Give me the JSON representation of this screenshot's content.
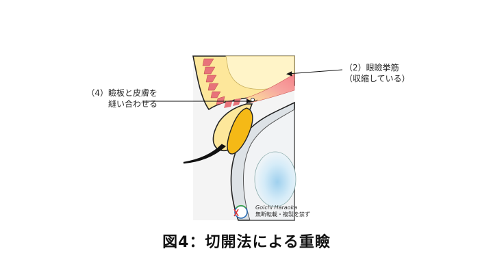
{
  "labels": {
    "eyelid_suture": [
      "（4）瞼板と皮膚を",
      "縫い合わせる"
    ],
    "levator": [
      "（2）眼瞼挙筋",
      "（収縮している）"
    ]
  },
  "credit": {
    "author": "Goichi Haraoka",
    "notice": "無断転載・複製を禁ず"
  },
  "caption": "図4：切開法による重瞼",
  "colors": {
    "skin": "#fde79b",
    "tarsus": "#f5b916",
    "muscle_stripe": "#e8737a",
    "eyeball": "#e4e9ee",
    "sclera_outline": "#222222",
    "cornea": "#c7e3f3",
    "levator": "#f08a8a"
  }
}
